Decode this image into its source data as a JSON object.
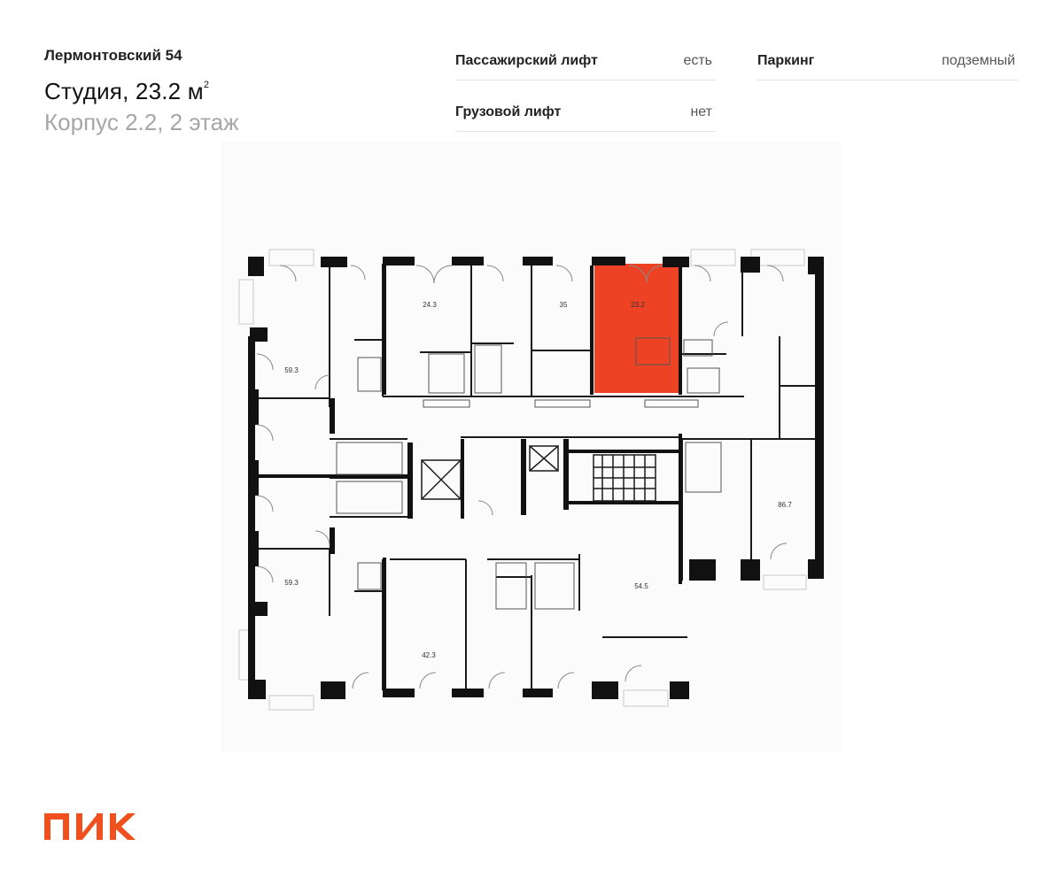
{
  "header": {
    "project": "Лермонтовский 54",
    "title_prefix": "Студия, 23.2 м",
    "title_sup": "2",
    "subtitle": "Корпус 2.2, 2 этаж"
  },
  "specs": {
    "passenger_lift": {
      "label": "Пассажирский лифт",
      "value": "есть"
    },
    "cargo_lift": {
      "label": "Грузовой лифт",
      "value": "нет"
    },
    "parking": {
      "label": "Паркинг",
      "value": "подземный"
    }
  },
  "plan": {
    "highlight_color": "#ee4224",
    "selected_area": "23.2",
    "areas": [
      "24.3",
      "35",
      "23.2",
      "59.3",
      "59.3",
      "86.7",
      "54.5",
      "42.3"
    ]
  },
  "brand": {
    "name": "ПИК",
    "color": "#f0501e"
  }
}
